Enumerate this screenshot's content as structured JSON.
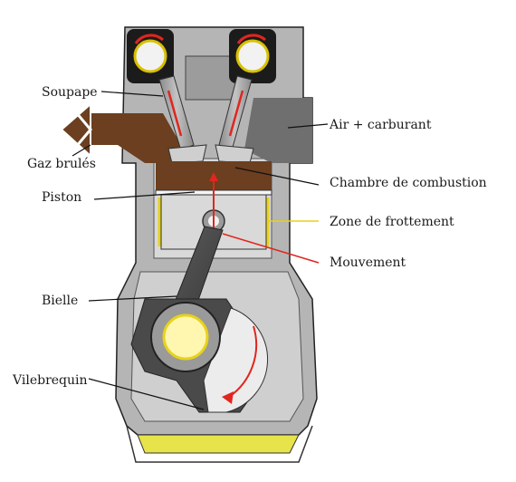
{
  "labels": {
    "valve": "Soupape",
    "exhaust": "Gaz brulés",
    "piston": "Piston",
    "rod": "Bielle",
    "crankshaft": "Vilebrequin",
    "intake": "Air + carburant",
    "chamber": "Chambre de combustion",
    "friction": "Zone de frottement",
    "motion": "Mouvement"
  },
  "colors": {
    "engine_body": "#a9a9a9",
    "engine_dark": "#6e6e6e",
    "gas": "#6b3f1f",
    "friction_zone": "#e8d21a",
    "motion_arrow": "#e0261f",
    "oil": "#e6e44a",
    "leader": "#111111"
  },
  "icons": [
    "exhaust-arrow-icon",
    "rotation-arrow-icon",
    "motion-arrow-icon"
  ]
}
